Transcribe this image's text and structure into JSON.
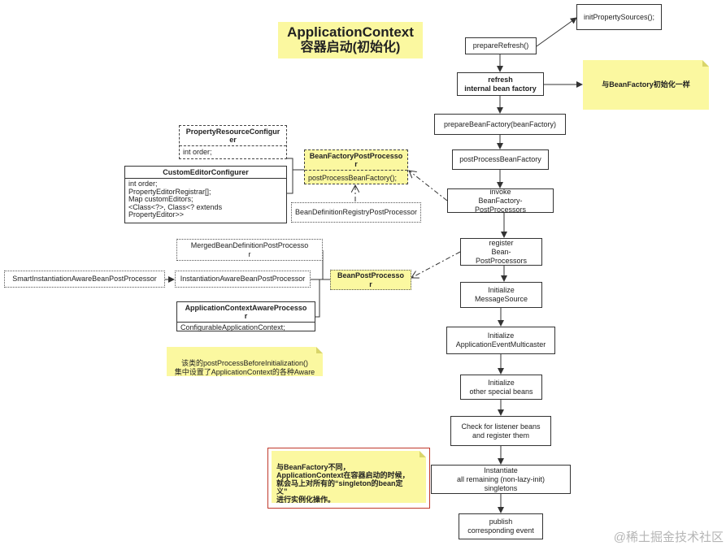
{
  "title": {
    "line1": "ApplicationContext",
    "line2": "容器启动(初始化)"
  },
  "flow": {
    "prepare_refresh": "prepareRefresh()",
    "init_property_sources": "initPropertySources();",
    "refresh_bean_factory": "refresh\ninternal bean factory",
    "prepare_bean_factory": "prepareBeanFactory(beanFactory)",
    "post_process_bean_factory": "postProcessBeanFactory",
    "invoke_post_processors": "invoke\nBeanFactory-\nPostProcessors",
    "register_post_processors": "register\nBean-\nPostProcessors",
    "init_message_source": "Initialize\nMessageSource",
    "init_multicaster": "Initialize\nApplicationEventMulticaster",
    "init_special_beans": "Initialize\nother special beans",
    "check_listener_beans": "Check for listener beans\nand register them",
    "instantiate_singletons": "Instantiate\nall remaining (non-lazy-init)\nsingletons",
    "publish_event": "publish\ncorresponding event"
  },
  "notes": {
    "same_as_beanfactory": "与BeanFactory初始化一样",
    "aware_note": "该类的postProcessBeforeInitialization()\n集中设置了ApplicationContext的各种Aware",
    "difference_note": "与BeanFactory不同，\nApplicationContext在容器启动的时候，\n就会马上对所有的“singleton的bean定\n义”\n进行实例化操作。"
  },
  "classes": {
    "property_resource_configurer": {
      "name": "PropertyResourceConfigur\ner",
      "body": "int order;"
    },
    "custom_editor_configurer": {
      "name": "CustomEditorConfigurer",
      "body": "int order;\nPropertyEditorRegistrar[];\nMap customEditors;\n<Class<?>, Class<? extends\nPropertyEditor>>"
    },
    "bean_factory_post_processor": {
      "name": "BeanFactoryPostProcesso\nr",
      "body": "postProcessBeanFactory();"
    },
    "bean_definition_registry_post_processor": "BeanDefinitionRegistryPostProcessor",
    "merged_bean_definition_post_processor": "MergedBeanDefinitionPostProcesso\nr",
    "smart_instantiation_aware": "SmartInstantiationAwareBeanPostProcessor",
    "instantiation_aware": "InstantiationAwareBeanPostProcessor",
    "bean_post_processor": "BeanPostProcesso\nr",
    "application_context_aware_processor": {
      "name": "ApplicationContextAwareProcesso\nr",
      "body": "ConfigurableApplicationContext;"
    }
  },
  "watermark": "@稀土掘金技术社区",
  "colors": {
    "note_yellow": "#fbf8a0",
    "title_yellow": "#fbf8a0",
    "difference_border": "#c0392b",
    "watermark_gray": "#b5b5b5"
  }
}
